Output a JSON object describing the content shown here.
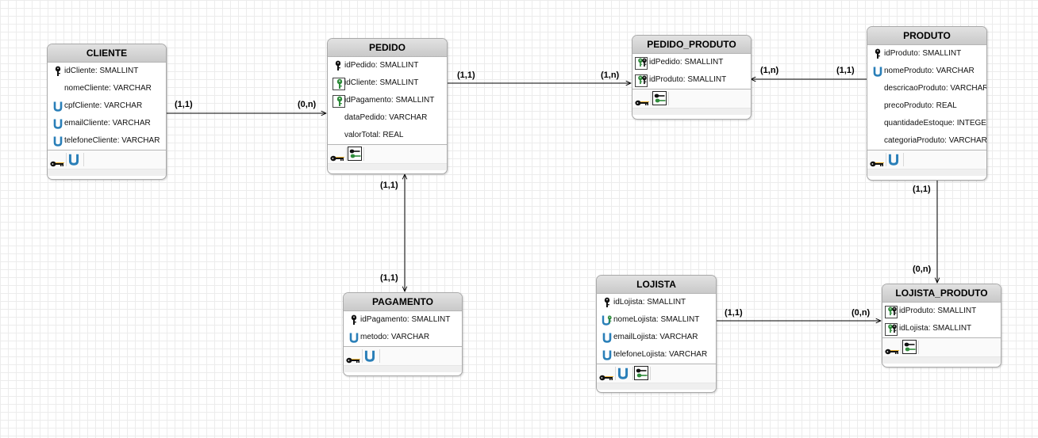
{
  "entities": {
    "cliente": {
      "name": "CLIENTE",
      "attributes": [
        {
          "label": "idCliente: SMALLINT",
          "icon": "primary-key-icon"
        },
        {
          "label": "nomeCliente: VARCHAR",
          "icon": "none"
        },
        {
          "label": "cpfCliente: VARCHAR",
          "icon": "unique-icon"
        },
        {
          "label": "emailCliente: VARCHAR",
          "icon": "unique-icon"
        },
        {
          "label": "telefoneCliente: VARCHAR",
          "icon": "unique-icon"
        }
      ]
    },
    "pedido": {
      "name": "PEDIDO",
      "attributes": [
        {
          "label": "idPedido: SMALLINT",
          "icon": "primary-key-icon"
        },
        {
          "label": "idCliente: SMALLINT",
          "icon": "foreign-key-icon"
        },
        {
          "label": "idPagamento: SMALLINT",
          "icon": "foreign-key-icon"
        },
        {
          "label": "dataPedido: VARCHAR",
          "icon": "none"
        },
        {
          "label": "valorTotal: REAL",
          "icon": "none"
        }
      ]
    },
    "pedido_produto": {
      "name": "PEDIDO_PRODUTO",
      "attributes": [
        {
          "label": "idPedido: SMALLINT",
          "icon": "primary-foreign-key-icon"
        },
        {
          "label": "idProduto: SMALLINT",
          "icon": "primary-foreign-key-icon"
        }
      ]
    },
    "produto": {
      "name": "PRODUTO",
      "attributes": [
        {
          "label": "idProduto: SMALLINT",
          "icon": "primary-key-icon"
        },
        {
          "label": "nomeProduto: VARCHAR",
          "icon": "unique-icon"
        },
        {
          "label": "descricaoProduto: VARCHAR",
          "icon": "none"
        },
        {
          "label": "precoProduto: REAL",
          "icon": "none"
        },
        {
          "label": "quantidadeEstoque: INTEGER",
          "icon": "none"
        },
        {
          "label": "categoriaProduto: VARCHAR",
          "icon": "none"
        }
      ]
    },
    "pagamento": {
      "name": "PAGAMENTO",
      "attributes": [
        {
          "label": "idPagamento: SMALLINT",
          "icon": "primary-key-icon"
        },
        {
          "label": "metodo: VARCHAR",
          "icon": "unique-icon"
        }
      ]
    },
    "lojista": {
      "name": "LOJISTA",
      "attributes": [
        {
          "label": "idLojista: SMALLINT",
          "icon": "primary-key-icon"
        },
        {
          "label": "nomeLojista: SMALLINT",
          "icon": "unique-foreign-key-icon"
        },
        {
          "label": "emailLojista: VARCHAR",
          "icon": "unique-icon"
        },
        {
          "label": "telefoneLojista: VARCHAR",
          "icon": "unique-icon"
        }
      ]
    },
    "lojista_produto": {
      "name": "LOJISTA_PRODUTO",
      "attributes": [
        {
          "label": "idProduto: SMALLINT",
          "icon": "primary-foreign-key-icon"
        },
        {
          "label": "idLojista: SMALLINT",
          "icon": "primary-foreign-key-icon"
        }
      ]
    }
  },
  "relationships": [
    {
      "from": "CLIENTE",
      "to": "PEDIDO",
      "from_cardinality": "(1,1)",
      "to_cardinality": "(0,n)"
    },
    {
      "from": "PEDIDO",
      "to": "PEDIDO_PRODUTO",
      "from_cardinality": "(1,1)",
      "to_cardinality": "(1,n)"
    },
    {
      "from": "PRODUTO",
      "to": "PEDIDO_PRODUTO",
      "from_cardinality": "(1,1)",
      "to_cardinality": "(1,n)"
    },
    {
      "from": "PEDIDO",
      "to": "PAGAMENTO",
      "from_cardinality": "(1,1)",
      "to_cardinality": "(1,1)"
    },
    {
      "from": "PRODUTO",
      "to": "LOJISTA_PRODUTO",
      "from_cardinality": "(1,1)",
      "to_cardinality": "(0,n)"
    },
    {
      "from": "LOJISTA",
      "to": "LOJISTA_PRODUTO",
      "from_cardinality": "(1,1)",
      "to_cardinality": "(0,n)"
    }
  ],
  "colors": {
    "primary_key": "#111111",
    "foreign_key": "#2e8b3a",
    "unique": "#2a7fb8",
    "header_top": "#e2e2e2",
    "header_bottom": "#c9c9c9",
    "line": "#000000"
  }
}
